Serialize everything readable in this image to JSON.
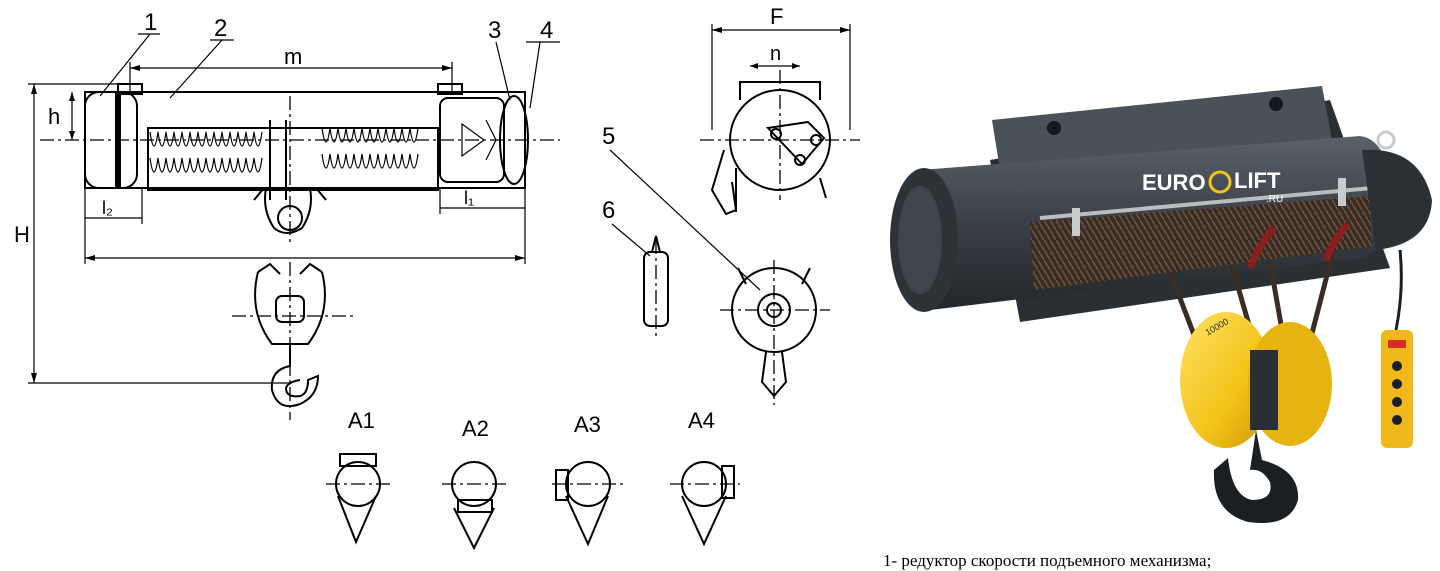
{
  "labels": {
    "n1": "1",
    "n2": "2",
    "n3": "3",
    "n4": "4",
    "n5": "5",
    "n6": "6",
    "m": "m",
    "h": "h",
    "H": "H",
    "l1": "l₁",
    "l2": "l₂",
    "F": "F",
    "n": "n",
    "A1": "A1",
    "A2": "A2",
    "A3": "A3",
    "A4": "A4"
  },
  "product": {
    "brand_left": "EURO",
    "brand_right": "LIFT",
    "brand_sub": ".RU",
    "hook_stamp": "10000"
  },
  "caption": "1- редуктор скорости подъемного механизма;",
  "colors": {
    "hoist_body": "#3a4046",
    "hook_yellow": "#f2c318",
    "pendant_yellow": "#f0b81a",
    "rope": "#4a3a30"
  }
}
